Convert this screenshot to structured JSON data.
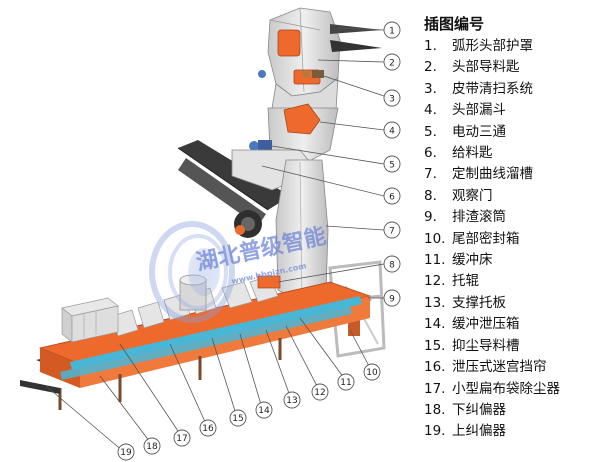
{
  "legend": {
    "title": "插图编号",
    "items": [
      {
        "num": "1.",
        "label": "弧形头部护罩"
      },
      {
        "num": "2.",
        "label": "头部导料匙"
      },
      {
        "num": "3.",
        "label": "皮带清扫系统"
      },
      {
        "num": "4.",
        "label": "头部漏斗"
      },
      {
        "num": "5.",
        "label": "电动三通"
      },
      {
        "num": "6.",
        "label": "给料匙"
      },
      {
        "num": "7.",
        "label": "定制曲线溜槽"
      },
      {
        "num": "8.",
        "label": "观察门"
      },
      {
        "num": "9.",
        "label": "排渣滚筒"
      },
      {
        "num": "10.",
        "label": "尾部密封箱"
      },
      {
        "num": "11.",
        "label": "缓冲床"
      },
      {
        "num": "12.",
        "label": "托辊"
      },
      {
        "num": "13.",
        "label": "支撑托板"
      },
      {
        "num": "14.",
        "label": "缓冲泄压箱"
      },
      {
        "num": "15.",
        "label": "抑尘导料槽"
      },
      {
        "num": "16.",
        "label": "泄压式迷宫挡帘"
      },
      {
        "num": "17.",
        "label": "小型扁布袋除尘器"
      },
      {
        "num": "18.",
        "label": "下纠偏器"
      },
      {
        "num": "19.",
        "label": "上纠偏器"
      }
    ]
  },
  "callouts": [
    "1",
    "2",
    "3",
    "4",
    "5",
    "6",
    "7",
    "8",
    "9",
    "10",
    "11",
    "12",
    "13",
    "14",
    "15",
    "16",
    "17",
    "18",
    "19"
  ],
  "watermark": {
    "text": "湖北普级智能",
    "url": "www.hbpjzn.com"
  },
  "colors": {
    "orange": "#ee6a2c",
    "cyan": "#49b6d6",
    "grey": "#d9d9d9",
    "dark": "#3a3a3a",
    "callout": "#444444"
  }
}
